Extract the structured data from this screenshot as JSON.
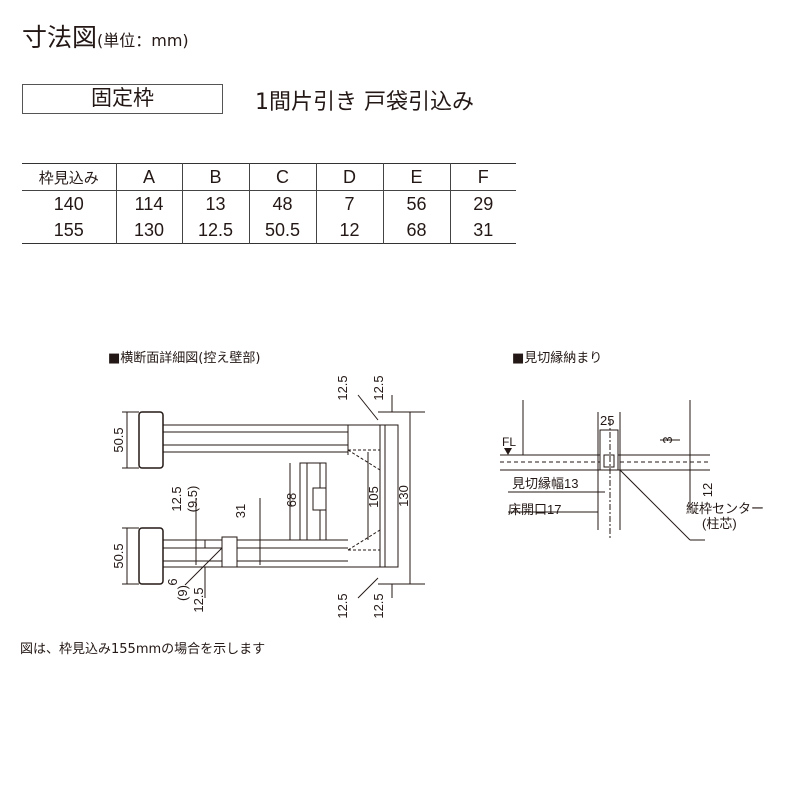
{
  "header": {
    "title": "寸法図",
    "unit": "(単位：mm)"
  },
  "frame_type": "固定枠",
  "door_type": "1間片引き 戸袋引込み",
  "spec_table": {
    "headers": [
      "枠見込み",
      "A",
      "B",
      "C",
      "D",
      "E",
      "F"
    ],
    "rows": [
      [
        "140",
        "114",
        "13",
        "48",
        "7",
        "56",
        "29"
      ],
      [
        "155",
        "130",
        "12.5",
        "50.5",
        "12",
        "68",
        "31"
      ]
    ]
  },
  "detail_left": {
    "caption": "■横断面詳細図(控え壁部)",
    "labels": {
      "top_125_left": "12.5",
      "top_125_right": "12.5",
      "width_505_top": "50.5",
      "width_505_bottom": "50.5",
      "d68": "68",
      "d105": "105",
      "d130": "130",
      "d125_upper": "12.5",
      "d95_upper": "(9.5)",
      "d31": "31",
      "d6": "6",
      "d9": "(9)",
      "d125_lower": "12.5",
      "bottom_125_left": "12.5",
      "bottom_125_right": "12.5"
    }
  },
  "detail_right": {
    "caption": "■見切縁納まり",
    "labels": {
      "fl": "FL",
      "d25": "25",
      "d3": "3",
      "d12": "12",
      "mikiri_width": "見切縁幅13",
      "floor_opening": "床開口17",
      "center_line": "縦枠センター",
      "pillar_core": "(柱芯)"
    }
  },
  "note": "図は、枠見込み155mmの場合を示します"
}
